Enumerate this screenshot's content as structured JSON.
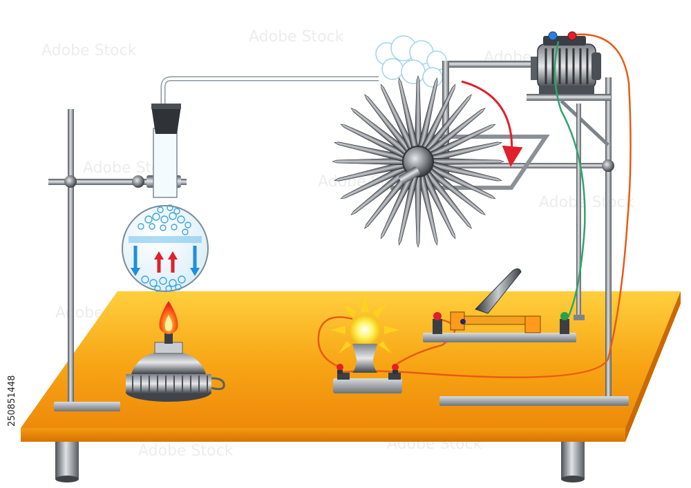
{
  "image_id_text": "250851448",
  "watermark": "Adobe Stock",
  "colors": {
    "table_top": "#f7a414",
    "table_edge": "#e07b00",
    "steel": "#8f959b",
    "steel_dark": "#4a4f55",
    "flame": "#ff4a1a",
    "water": "#2aa0e6",
    "arrow_red": "#e0202a",
    "wire_red": "#e85a12",
    "wire_green": "#2fa36b",
    "bulb": "#fff45a",
    "steam": "#ffffff"
  },
  "components": [
    "ring-stand",
    "round-bottom-flask",
    "spirit-lamp",
    "steam-pipe",
    "turbine-wheel",
    "electric-generator",
    "light-bulb",
    "switch",
    "wires"
  ]
}
